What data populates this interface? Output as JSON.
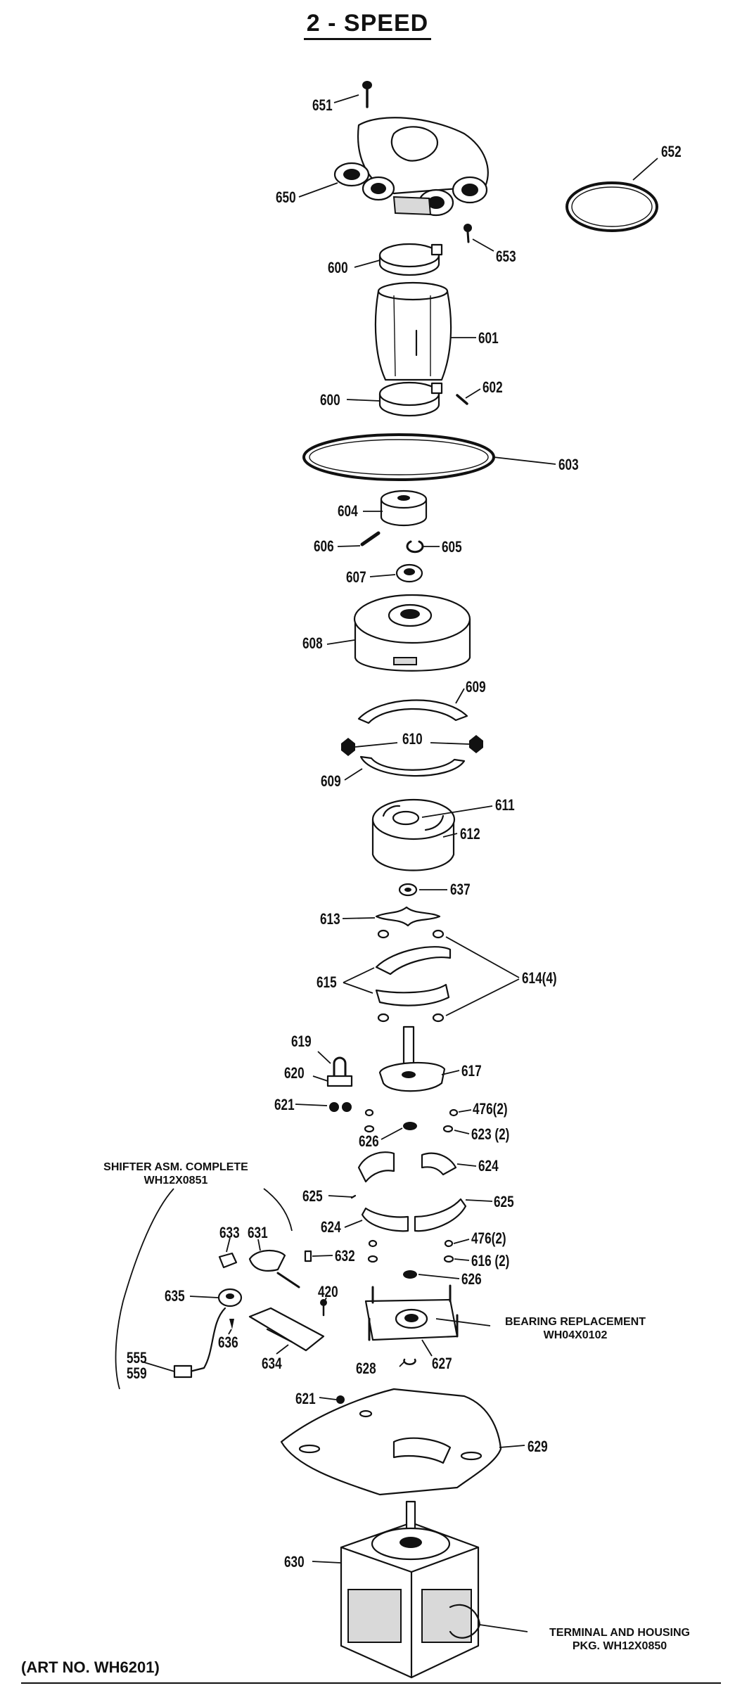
{
  "title": "2 - SPEED",
  "art_number": "(ART NO. WH6201)",
  "notes": {
    "shifter_line1": "SHIFTER ASM. COMPLETE",
    "shifter_line2": "WH12X0851",
    "bearing_line1": "BEARING REPLACEMENT",
    "bearing_line2": "WH04X0102",
    "terminal_line1": "TERMINAL AND HOUSING",
    "terminal_line2": "PKG. WH12X0850"
  },
  "labels": {
    "p651": "651",
    "p652": "652",
    "p650": "650",
    "p653": "653",
    "p600a": "600",
    "p601": "601",
    "p600b": "600",
    "p602": "602",
    "p603": "603",
    "p604": "604",
    "p606": "606",
    "p605": "605",
    "p607": "607",
    "p608": "608",
    "p609a": "609",
    "p610": "610",
    "p609b": "609",
    "p611": "611",
    "p612": "612",
    "p637": "637",
    "p613": "613",
    "p614": "614(4)",
    "p615": "615",
    "p619": "619",
    "p620": "620",
    "p617": "617",
    "p621a": "621",
    "p476a": "476(2)",
    "p626a": "626",
    "p623": "623 (2)",
    "p624a": "624",
    "p625a": "625",
    "p625b": "625",
    "p624b": "624",
    "p476b": "476(2)",
    "p633": "633",
    "p631": "631",
    "p632": "632",
    "p616": "616 (2)",
    "p626b": "626",
    "p635": "635",
    "p420": "420",
    "p636": "636",
    "p555": "555",
    "p559": "559",
    "p634": "634",
    "p628": "628",
    "p627": "627",
    "p621b": "621",
    "p629": "629",
    "p630": "630"
  }
}
